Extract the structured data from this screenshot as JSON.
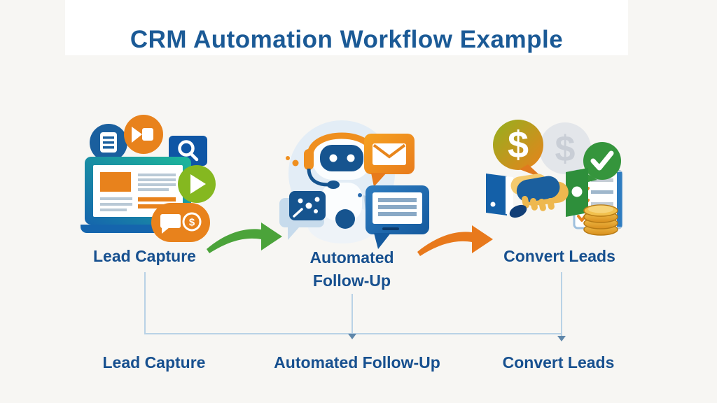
{
  "title": "CRM Automation Workflow Example",
  "stages": [
    {
      "label": "Lead Capture",
      "illustration": "laptop-website-with-channel-icons",
      "icons": [
        "document-icon",
        "megaphone-icon",
        "search-q-icon",
        "laptop-icon",
        "play-icon",
        "chat-dollar-icon"
      ]
    },
    {
      "label": "Automated Follow-Up",
      "illustration": "chatbot-with-message-bubbles",
      "icons": [
        "chatbot-icon",
        "typing-bubble-icon",
        "email-bubble-icon",
        "message-bubble-icon"
      ]
    },
    {
      "label": "Convert Leads",
      "illustration": "handshake-with-money-and-checklist",
      "icons": [
        "dollar-bubble-icon",
        "gray-dollar-icon",
        "check-bubble-icon",
        "checklist-icon",
        "handshake-icon",
        "coins-icon"
      ]
    }
  ],
  "connectors": [
    {
      "from": "Lead Capture",
      "to": "Automated Follow-Up",
      "shape": "curved-arrow-right",
      "color": "#4ba33a"
    },
    {
      "from": "Automated Follow-Up",
      "to": "Convert Leads",
      "shape": "curved-arrow-right",
      "color": "#e8791c"
    }
  ],
  "timeline": {
    "labels": [
      "Lead Capture",
      "Automated Follow-Up",
      "Convert Leads"
    ]
  },
  "glyphs": {
    "dollar": "$"
  },
  "colors": {
    "title_blue": "#1b5a96",
    "label_blue": "#17508f",
    "background": "#f7f6f3",
    "band_white": "#ffffff",
    "green_arrow": "#4ba33a",
    "orange_arrow": "#e8791c",
    "orange": "#e8821c",
    "blue": "#1565ad",
    "dark_blue": "#16548f",
    "teal": "#1db89a",
    "lime_green": "#85b820",
    "check_green": "#35953c",
    "gold": "#e2a328",
    "timeline_blue": "#b9d2e6"
  }
}
